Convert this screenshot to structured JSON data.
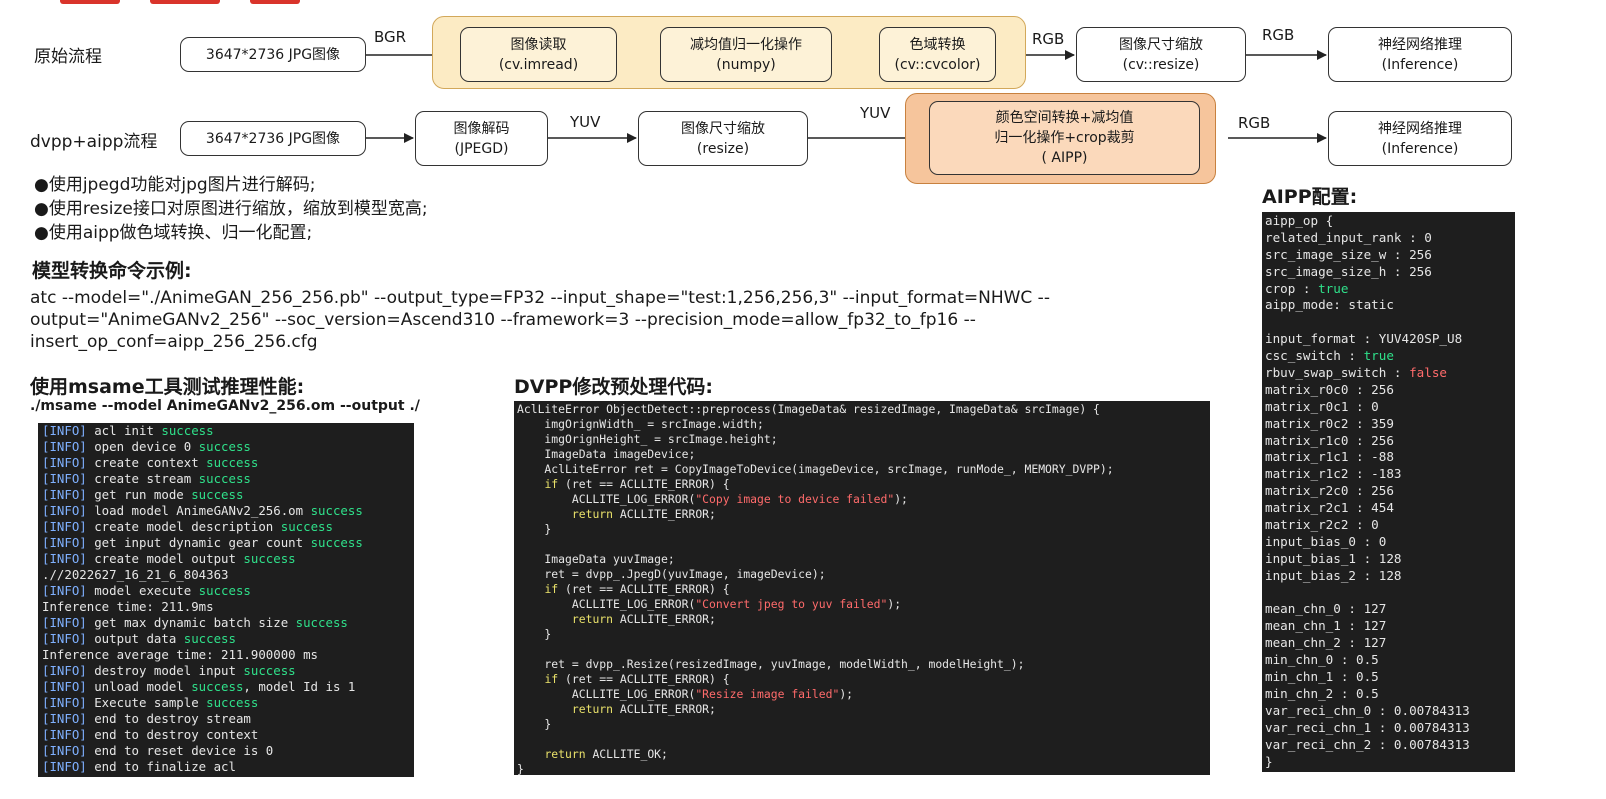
{
  "colors": {
    "group_light_orange": "#fcebc4",
    "group_dark_orange": "#f6c59c",
    "terminal_bg": "#1e1e1e",
    "success_green": "#2fe08a",
    "error_red": "#ff6b6b",
    "info_blue": "#7fb0ff"
  },
  "flow1": {
    "label": "原始流程",
    "input": "3647*2736 JPG图像",
    "edge1": "BGR",
    "steps": [
      {
        "title": "图像读取",
        "sub": "(cv.imread)"
      },
      {
        "title": "减均值归一化操作",
        "sub": "(numpy)"
      },
      {
        "title": "色域转换",
        "sub": "(cv::cvcolor)"
      }
    ],
    "edge2": "RGB",
    "resize": {
      "title": "图像尺寸缩放",
      "sub": "(cv::resize)"
    },
    "edge3": "RGB",
    "infer": {
      "title": "神经网络推理",
      "sub": "(Inference)"
    }
  },
  "flow2": {
    "label": "dvpp+aipp流程",
    "input": "3647*2736 JPG图像",
    "decode": {
      "title": "图像解码",
      "sub": "(JPEGD)"
    },
    "edge1": "YUV",
    "resize": {
      "title": "图像尺寸缩放",
      "sub": "(resize)"
    },
    "edge2": "YUV",
    "aipp": {
      "line1": "颜色空间转换+减均值",
      "line2": "归一化操作+crop裁剪",
      "line3": "( AIPP)"
    },
    "edge3": "RGB",
    "infer": {
      "title": "神经网络推理",
      "sub": "(Inference)"
    }
  },
  "bullets": [
    "●使用jpegd功能对jpg图片进行解码;",
    "●使用resize接口对原图进行缩放，缩放到模型宽高;",
    "●使用aipp做色域转换、归一化配置;"
  ],
  "atc": {
    "title": "模型转换命令示例:",
    "lines": [
      "atc --model=\"./AnimeGAN_256_256.pb\" --output_type=FP32 --input_shape=\"test:1,256,256,3\" --input_format=NHWC --",
      "output=\"AnimeGANv2_256\" --soc_version=Ascend310 --framework=3 --precision_mode=allow_fp32_to_fp16 --",
      "insert_op_conf=aipp_256_256.cfg"
    ]
  },
  "msame": {
    "title": "使用msame工具测试推理性能:",
    "command": "./msame --model AnimeGANv2_256.om --output ./",
    "log": [
      {
        "tag": "[INFO]",
        "text": " acl init ",
        "ok": "success",
        "rest": ""
      },
      {
        "tag": "[INFO]",
        "text": " open device 0 ",
        "ok": "success",
        "rest": ""
      },
      {
        "tag": "[INFO]",
        "text": " create context ",
        "ok": "success",
        "rest": ""
      },
      {
        "tag": "[INFO]",
        "text": " create stream ",
        "ok": "success",
        "rest": ""
      },
      {
        "tag": "[INFO]",
        "text": " get run mode ",
        "ok": "success",
        "rest": ""
      },
      {
        "tag": "[INFO]",
        "text": " load model AnimeGANv2_256.om ",
        "ok": "success",
        "rest": ""
      },
      {
        "tag": "[INFO]",
        "text": " create model description ",
        "ok": "success",
        "rest": ""
      },
      {
        "tag": "[INFO]",
        "text": " get input dynamic gear count ",
        "ok": "success",
        "rest": ""
      },
      {
        "tag": "[INFO]",
        "text": " create model output ",
        "ok": "success",
        "rest": ""
      },
      {
        "tag": "",
        "text": ".//2022627_16_21_6_804363",
        "ok": "",
        "rest": ""
      },
      {
        "tag": "[INFO]",
        "text": " model execute ",
        "ok": "success",
        "rest": ""
      },
      {
        "tag": "",
        "text": "Inference time: 211.9ms",
        "ok": "",
        "rest": ""
      },
      {
        "tag": "[INFO]",
        "text": " get max dynamic batch size ",
        "ok": "success",
        "rest": ""
      },
      {
        "tag": "[INFO]",
        "text": " output data ",
        "ok": "success",
        "rest": ""
      },
      {
        "tag": "",
        "text": "Inference average time: 211.900000 ms",
        "ok": "",
        "rest": ""
      },
      {
        "tag": "[INFO]",
        "text": " destroy model input ",
        "ok": "success",
        "rest": ""
      },
      {
        "tag": "[INFO]",
        "text": " unload model ",
        "ok": "success",
        "rest": ", model Id is 1"
      },
      {
        "tag": "[INFO]",
        "text": " Execute sample ",
        "ok": "success",
        "rest": ""
      },
      {
        "tag": "[INFO]",
        "text": " end to destroy stream",
        "ok": "",
        "rest": ""
      },
      {
        "tag": "[INFO]",
        "text": " end to destroy context",
        "ok": "",
        "rest": ""
      },
      {
        "tag": "[INFO]",
        "text": " end to reset device is 0",
        "ok": "",
        "rest": ""
      },
      {
        "tag": "[INFO]",
        "text": " end to finalize acl",
        "ok": "",
        "rest": ""
      }
    ]
  },
  "dvpp": {
    "title": "DVPP修改预处理代码:",
    "code": [
      {
        "pre": "AclLiteError ObjectDetect::preprocess(ImageData& resizedImage, ImageData& srcImage) {",
        "kw": "",
        "str": "",
        "post": ""
      },
      {
        "pre": "    imgOrignWidth_ = srcImage.width;",
        "kw": "",
        "str": "",
        "post": ""
      },
      {
        "pre": "    imgOrignHeight_ = srcImage.height;",
        "kw": "",
        "str": "",
        "post": ""
      },
      {
        "pre": "    ImageData imageDevice;",
        "kw": "",
        "str": "",
        "post": ""
      },
      {
        "pre": "    AclLiteError ret = CopyImageToDevice(imageDevice, srcImage, runMode_, MEMORY_DVPP);",
        "kw": "",
        "str": "",
        "post": ""
      },
      {
        "pre": "    ",
        "kw": "if",
        "str": "",
        "post": " (ret == ACLLITE_ERROR) {"
      },
      {
        "pre": "        ACLLITE_LOG_ERROR(",
        "kw": "",
        "str": "\"Copy image to device failed\"",
        "post": ");"
      },
      {
        "pre": "        ",
        "kw": "return",
        "str": "",
        "post": " ACLLITE_ERROR;"
      },
      {
        "pre": "    }",
        "kw": "",
        "str": "",
        "post": ""
      },
      {
        "pre": "",
        "kw": "",
        "str": "",
        "post": ""
      },
      {
        "pre": "    ImageData yuvImage;",
        "kw": "",
        "str": "",
        "post": ""
      },
      {
        "pre": "    ret = dvpp_.JpegD(yuvImage, imageDevice);",
        "kw": "",
        "str": "",
        "post": ""
      },
      {
        "pre": "    ",
        "kw": "if",
        "str": "",
        "post": " (ret == ACLLITE_ERROR) {"
      },
      {
        "pre": "        ACLLITE_LOG_ERROR(",
        "kw": "",
        "str": "\"Convert jpeg to yuv failed\"",
        "post": ");"
      },
      {
        "pre": "        ",
        "kw": "return",
        "str": "",
        "post": " ACLLITE_ERROR;"
      },
      {
        "pre": "    }",
        "kw": "",
        "str": "",
        "post": ""
      },
      {
        "pre": "",
        "kw": "",
        "str": "",
        "post": ""
      },
      {
        "pre": "    ret = dvpp_.Resize(resizedImage, yuvImage, modelWidth_, modelHeight_);",
        "kw": "",
        "str": "",
        "post": ""
      },
      {
        "pre": "    ",
        "kw": "if",
        "str": "",
        "post": " (ret == ACLLITE_ERROR) {"
      },
      {
        "pre": "        ACLLITE_LOG_ERROR(",
        "kw": "",
        "str": "\"Resize image failed\"",
        "post": ");"
      },
      {
        "pre": "        ",
        "kw": "return",
        "str": "",
        "post": " ACLLITE_ERROR;"
      },
      {
        "pre": "    }",
        "kw": "",
        "str": "",
        "post": ""
      },
      {
        "pre": "",
        "kw": "",
        "str": "",
        "post": ""
      },
      {
        "pre": "    ",
        "kw": "return",
        "str": "",
        "post": " ACLLITE_OK;"
      },
      {
        "pre": "}",
        "kw": "",
        "str": "",
        "post": ""
      }
    ]
  },
  "aipp": {
    "title": "AIPP配置:",
    "config": [
      {
        "key": "aipp_op {",
        "sep": "",
        "val": "",
        "style": ""
      },
      {
        "key": "related_input_rank",
        "sep": " : ",
        "val": "0",
        "style": ""
      },
      {
        "key": "src_image_size_w",
        "sep": " : ",
        "val": "256",
        "style": ""
      },
      {
        "key": "src_image_size_h",
        "sep": " : ",
        "val": "256",
        "style": ""
      },
      {
        "key": "crop",
        "sep": " : ",
        "val": "true",
        "style": "true"
      },
      {
        "key": "aipp_mode",
        "sep": ": ",
        "val": "static",
        "style": ""
      },
      {
        "key": "",
        "sep": "",
        "val": "",
        "style": ""
      },
      {
        "key": "input_format",
        "sep": " : ",
        "val": "YUV420SP_U8",
        "style": ""
      },
      {
        "key": "csc_switch",
        "sep": " : ",
        "val": "true",
        "style": "true"
      },
      {
        "key": "rbuv_swap_switch",
        "sep": " : ",
        "val": "false",
        "style": "false"
      },
      {
        "key": "matrix_r0c0",
        "sep": " : ",
        "val": "256",
        "style": ""
      },
      {
        "key": "matrix_r0c1",
        "sep": " : ",
        "val": "0",
        "style": ""
      },
      {
        "key": "matrix_r0c2",
        "sep": " : ",
        "val": "359",
        "style": ""
      },
      {
        "key": "matrix_r1c0",
        "sep": " : ",
        "val": "256",
        "style": ""
      },
      {
        "key": "matrix_r1c1",
        "sep": " : ",
        "val": "-88",
        "style": ""
      },
      {
        "key": "matrix_r1c2",
        "sep": " : ",
        "val": "-183",
        "style": ""
      },
      {
        "key": "matrix_r2c0",
        "sep": " : ",
        "val": "256",
        "style": ""
      },
      {
        "key": "matrix_r2c1",
        "sep": " : ",
        "val": "454",
        "style": ""
      },
      {
        "key": "matrix_r2c2",
        "sep": " : ",
        "val": "0",
        "style": ""
      },
      {
        "key": "input_bias_0",
        "sep": " : ",
        "val": "0",
        "style": ""
      },
      {
        "key": "input_bias_1",
        "sep": " : ",
        "val": "128",
        "style": ""
      },
      {
        "key": "input_bias_2",
        "sep": " : ",
        "val": "128",
        "style": ""
      },
      {
        "key": "",
        "sep": "",
        "val": "",
        "style": ""
      },
      {
        "key": "mean_chn_0",
        "sep": " : ",
        "val": "127",
        "style": ""
      },
      {
        "key": "mean_chn_1",
        "sep": " : ",
        "val": "127",
        "style": ""
      },
      {
        "key": "mean_chn_2",
        "sep": " : ",
        "val": "127",
        "style": ""
      },
      {
        "key": "min_chn_0",
        "sep": " : ",
        "val": "0.5",
        "style": ""
      },
      {
        "key": "min_chn_1",
        "sep": " : ",
        "val": "0.5",
        "style": ""
      },
      {
        "key": "min_chn_2",
        "sep": " : ",
        "val": "0.5",
        "style": ""
      },
      {
        "key": "var_reci_chn_0",
        "sep": " : ",
        "val": "0.00784313",
        "style": ""
      },
      {
        "key": "var_reci_chn_1",
        "sep": " : ",
        "val": "0.00784313",
        "style": ""
      },
      {
        "key": "var_reci_chn_2",
        "sep": " : ",
        "val": "0.00784313",
        "style": ""
      },
      {
        "key": "}",
        "sep": "",
        "val": "",
        "style": ""
      }
    ]
  }
}
